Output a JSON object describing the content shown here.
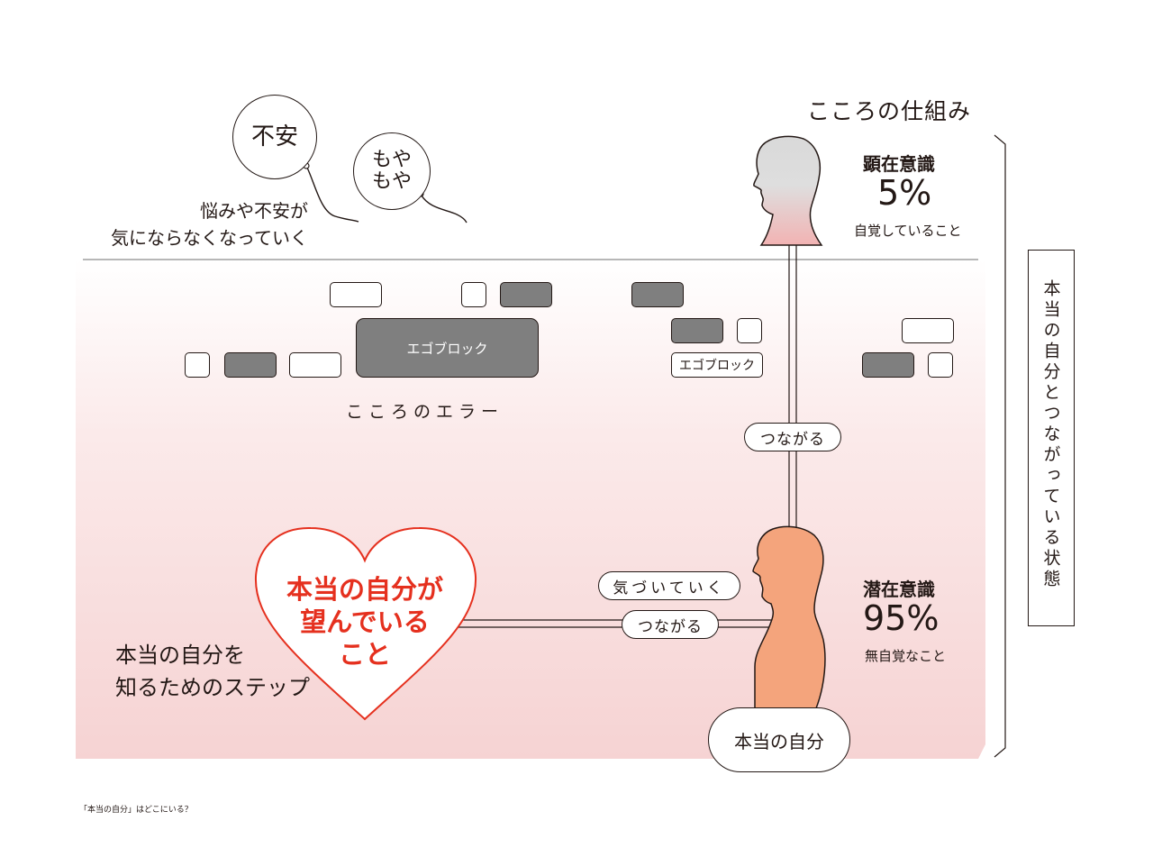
{
  "title": "こころの仕組み",
  "bubbles": {
    "anxiety": "不安",
    "moya_line1": "もや",
    "moya_line2": "もや"
  },
  "worry_text": {
    "line1": "悩みや不安が",
    "line2": "気にならなくなっていく"
  },
  "conscious": {
    "label": "顕在意識",
    "percent": "5%",
    "desc": "自覚していること"
  },
  "subconscious": {
    "label": "潜在意識",
    "percent": "95%",
    "desc": "無自覚なこと"
  },
  "ego_block_labels": {
    "large": "エゴブロック",
    "small": "エゴブロック"
  },
  "mind_error": "こころのエラー",
  "connect_labels": {
    "vertical": "つながる",
    "horizontal": "つながる",
    "notice": "気づいていく"
  },
  "heart_text": {
    "line1": "本当の自分が",
    "line2": "望んでいる",
    "line3": "こと"
  },
  "steps_text": {
    "line1": "本当の自分を",
    "line2": "知るためのステップ"
  },
  "true_self": "本当の自分",
  "vertical_caption": "本当の自分とつながっている状態",
  "footer": "「本当の自分」はどこにいる？",
  "colors": {
    "ink": "#231815",
    "heart_red": "#e5301e",
    "body_salmon": "#f4a47c",
    "block_gray": "#7f7f7f",
    "pink_bg": "#f6d3d3"
  }
}
